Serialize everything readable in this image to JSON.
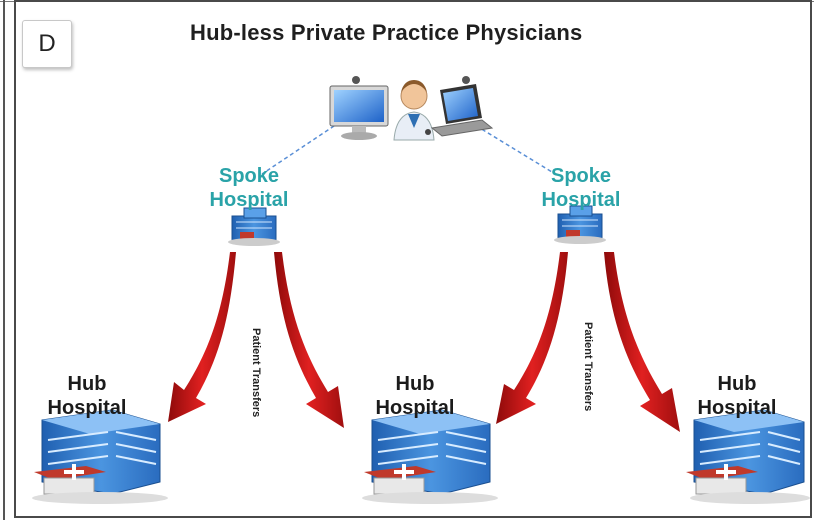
{
  "panel_label": "D",
  "title": "Hub-less Private Practice Physicians",
  "spokes": [
    {
      "label_line1": "Spoke",
      "label_line2": "Hospital"
    },
    {
      "label_line1": "Spoke",
      "label_line2": "Hospital"
    }
  ],
  "hubs": [
    {
      "label_line1": "Hub",
      "label_line2": "Hospital"
    },
    {
      "label_line1": "Hub",
      "label_line2": "Hospital"
    },
    {
      "label_line1": "Hub",
      "label_line2": "Hospital"
    }
  ],
  "transfers": [
    {
      "label": "Patient Transfers"
    },
    {
      "label": "Patient Transfers"
    }
  ],
  "colors": {
    "spoke_text": "#2aa3a8",
    "arrow_red": "#d01818",
    "building_blue": "#3a7fd0"
  }
}
